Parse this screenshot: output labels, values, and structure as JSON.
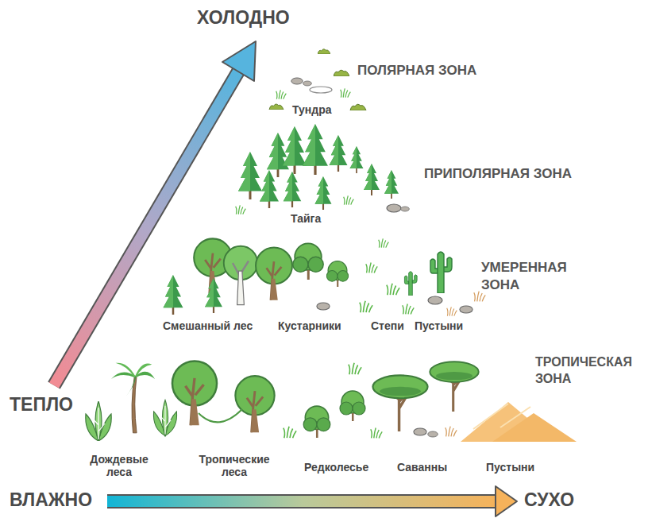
{
  "diagram": {
    "nodes": [
      {
        "text": [
          "ПОЛЯРНАЯ ЗОНА",
          "Тундра"
        ]
      },
      {
        "text": [
          "ПРИПОЛЯРНАЯ ЗОНА",
          "Тайга"
        ]
      },
      {
        "text": [
          "УМЕРЕННАЯ ЗОНА",
          "Смешанный лес",
          "Кустарники",
          "Степи",
          "Пустыни"
        ]
      },
      {
        "text": [
          "ТРОПИЧЕСКАЯ ЗОНА",
          "Дождевые леса",
          "Тропические леса",
          "Редколесье",
          "Саванны",
          "Пустыни"
        ]
      }
    ],
    "labels": [
      "ХОЛОДНО",
      "ТЕПЛО",
      "ВЛАЖНО",
      "СУХО"
    ]
  }
}
